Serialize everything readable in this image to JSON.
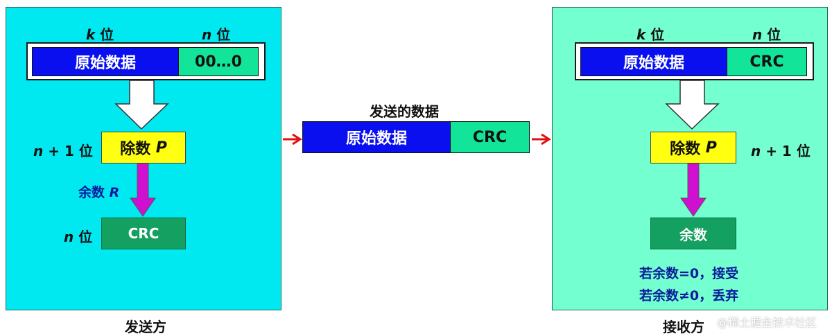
{
  "sender": {
    "k_letter": "k",
    "k_suffix": "位",
    "n_letter": "n",
    "n_suffix": "位",
    "data_label": "原始数据",
    "zeros_label": "00…0",
    "divisor_side_label": "n + 1 位",
    "divisor_label": "除数",
    "divisor_var": "P",
    "remainder_label": "余数",
    "remainder_var": "R",
    "crc_side_n": "n",
    "crc_side_suffix": "位",
    "crc_label": "CRC",
    "caption": "发送方"
  },
  "middle": {
    "title": "发送的数据",
    "data_label": "原始数据",
    "crc_label": "CRC"
  },
  "receiver": {
    "k_letter": "k",
    "k_suffix": "位",
    "n_letter": "n",
    "n_suffix": "位",
    "data_label": "原始数据",
    "crc_label": "CRC",
    "divisor_label": "除数",
    "divisor_var": "P",
    "divisor_side_label": "n + 1 位",
    "remainder_label": "余数",
    "rule_accept": "若余数=0，接受",
    "rule_reject": "若余数≠0，丢弃",
    "caption": "接收方"
  },
  "watermark": "@稀土掘金技术社区",
  "colors": {
    "sender_bg": "#00e8f0",
    "receiver_bg": "#74ffd0",
    "data_blue": "#0a0ff0",
    "crc_green": "#12e49a",
    "divisor_yellow": "#ffff10",
    "result_green": "#14a060",
    "flow_arrow": "#d010d0",
    "link_arrow": "#e01010"
  }
}
